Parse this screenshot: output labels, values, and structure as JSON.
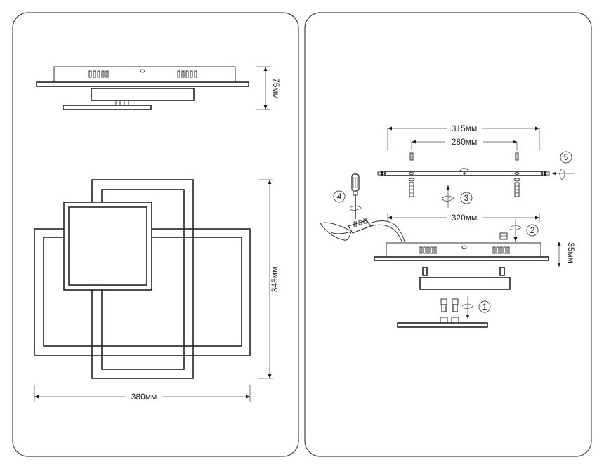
{
  "left_panel": {
    "dim_height_side": "75мм",
    "dim_height_front": "345мм",
    "dim_width_front": "380мм"
  },
  "right_panel": {
    "dim_outer_mount": "315мм",
    "dim_inner_mount": "280мм",
    "dim_base_width": "320мм",
    "dim_base_height": "35мм",
    "steps": [
      "1",
      "2",
      "3",
      "4",
      "5"
    ]
  }
}
